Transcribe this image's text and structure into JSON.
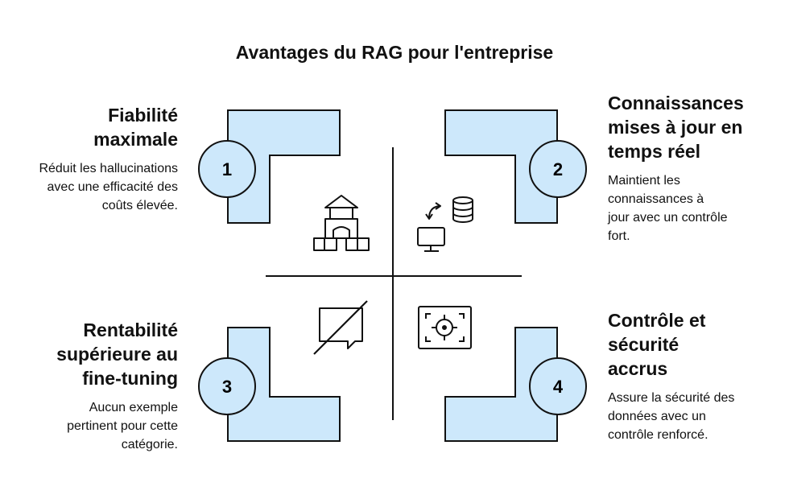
{
  "title": "Avantages du RAG pour l'entreprise",
  "colors": {
    "fill": "#cde8fb",
    "stroke": "#111111",
    "background": "#ffffff"
  },
  "quadrants": [
    {
      "number": "1",
      "title": "Fiabilité maximale",
      "description": "Réduit les hallucinations avec une efficacité des coûts élevée.",
      "icon": "castle-icon"
    },
    {
      "number": "2",
      "title": "Connaissances mises à jour en temps réel",
      "description": "Maintient les connaissances à jour avec un contrôle fort.",
      "icon": "database-sync-icon"
    },
    {
      "number": "3",
      "title": "Rentabilité supérieure au fine-tuning",
      "description": "Aucun exemple pertinent pour cette catégorie.",
      "icon": "no-message-icon"
    },
    {
      "number": "4",
      "title": "Contrôle et sécurité accrus",
      "description": "Assure la sécurité des données avec un contrôle renforcé.",
      "icon": "target-icon"
    }
  ]
}
